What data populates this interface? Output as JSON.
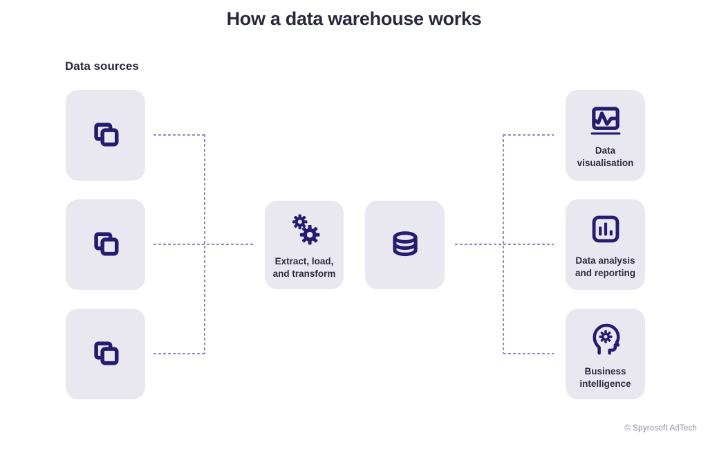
{
  "title": "How a data warehouse works",
  "colors": {
    "accent": "#241c70",
    "card_bg": "#e9e8f1",
    "text_dark": "#28283c",
    "connector": "#8f8ac2",
    "footer_text": "#8b8b9b"
  },
  "diagram": {
    "sources_label": "Data sources",
    "source_nodes": [
      {
        "icon": "copy-icon"
      },
      {
        "icon": "copy-icon"
      },
      {
        "icon": "copy-icon"
      }
    ],
    "process_node": {
      "icon": "gears-icon",
      "label": "Extract, load,\nand transform"
    },
    "warehouse_node": {
      "icon": "database-icon"
    },
    "output_nodes": [
      {
        "icon": "monitor-chart-icon",
        "label": "Data\nvisualisation"
      },
      {
        "icon": "bar-chart-icon",
        "label": "Data analysis\nand reporting"
      },
      {
        "icon": "head-gear-icon",
        "label": "Business\nintelligence"
      }
    ]
  },
  "footer": "© Spyrosoft AdTech"
}
